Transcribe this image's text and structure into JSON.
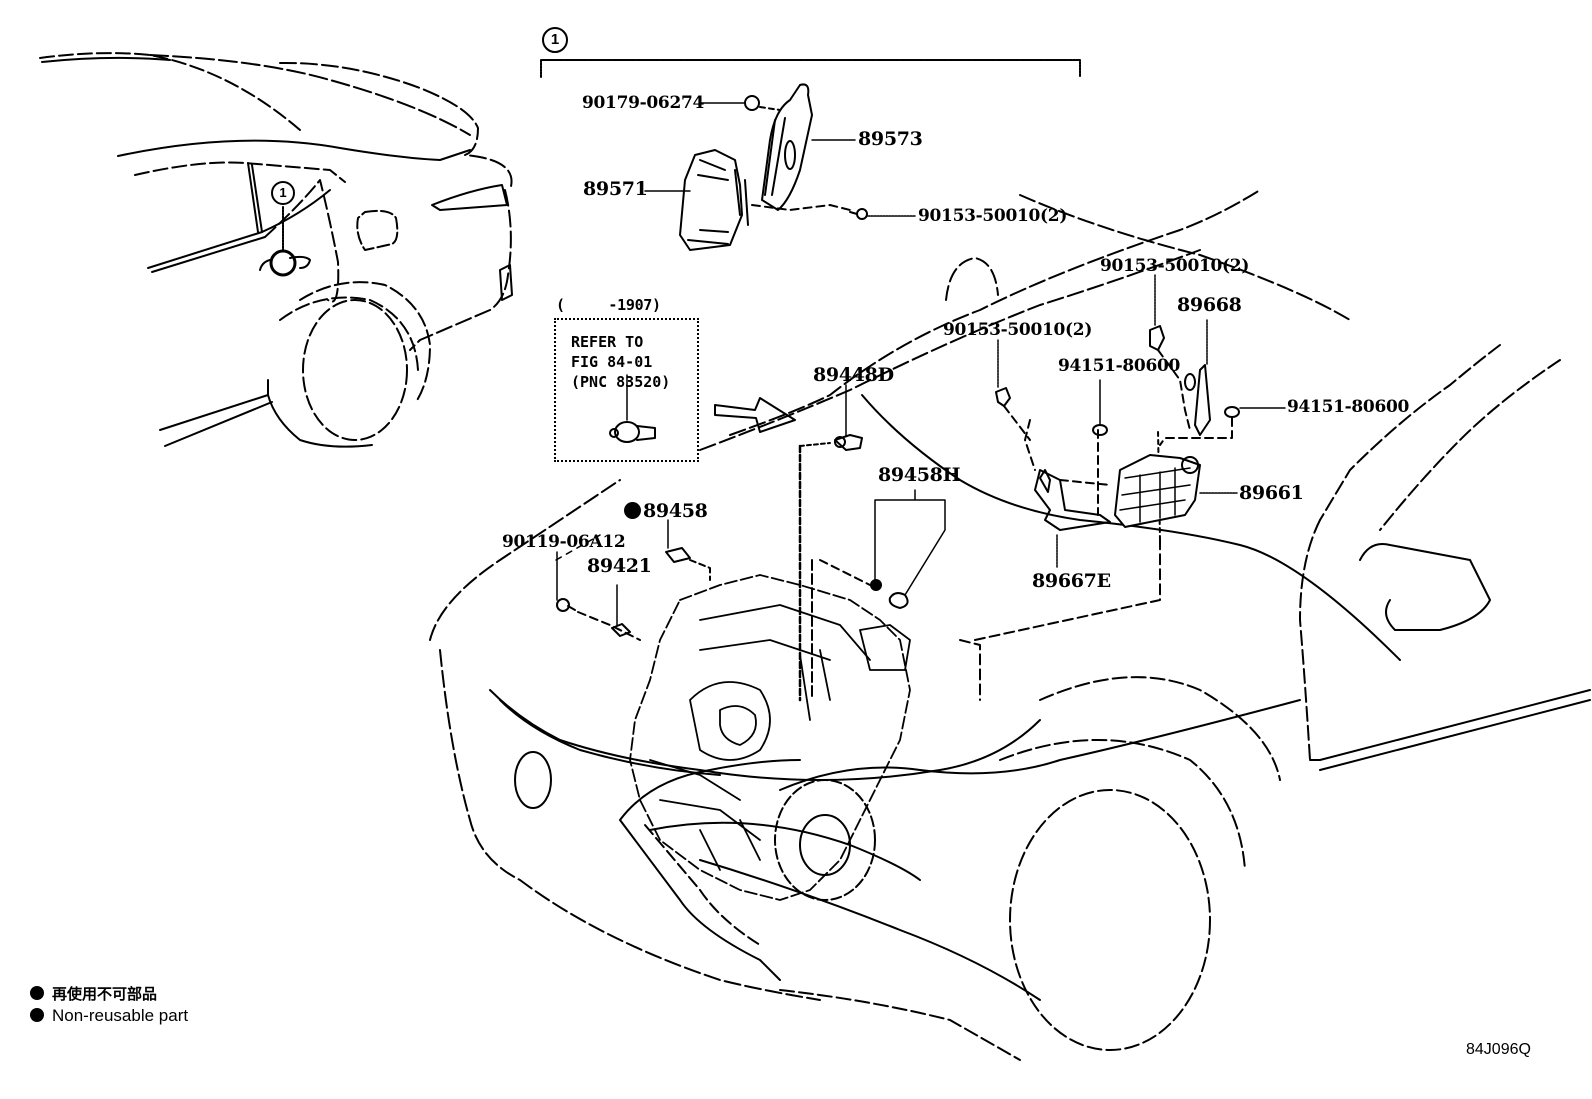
{
  "figure": {
    "id": "84J096Q",
    "group_marker": "1",
    "date_range": "(     -1907)",
    "refer_note": [
      "REFER TO",
      "FIG 84-01",
      "(PNC 83520)"
    ]
  },
  "legend": {
    "items": [
      {
        "symbol": "filled-circle",
        "text": "再使用不可部品"
      },
      {
        "symbol": "filled-circle",
        "text": "Non-reusable part"
      }
    ]
  },
  "parts": {
    "p90179_06274": "90179-06274",
    "p89573": "89573",
    "p89571": "89571",
    "p90153_50010_a": "90153-50010(2)",
    "p90153_50010_b": "90153-50010(2)",
    "p90153_50010_c": "90153-50010(2)",
    "p89668": "89668",
    "p94151_80600_a": "94151-80600",
    "p94151_80600_b": "94151-80600",
    "p89661": "89661",
    "p89667E": "89667E",
    "p89448D": "89448D",
    "p89458H": "89458H",
    "p89458": "89458",
    "p90119_06A12": "90119-06A12",
    "p89421": "89421"
  },
  "non_reusable_parts": [
    "89458"
  ]
}
